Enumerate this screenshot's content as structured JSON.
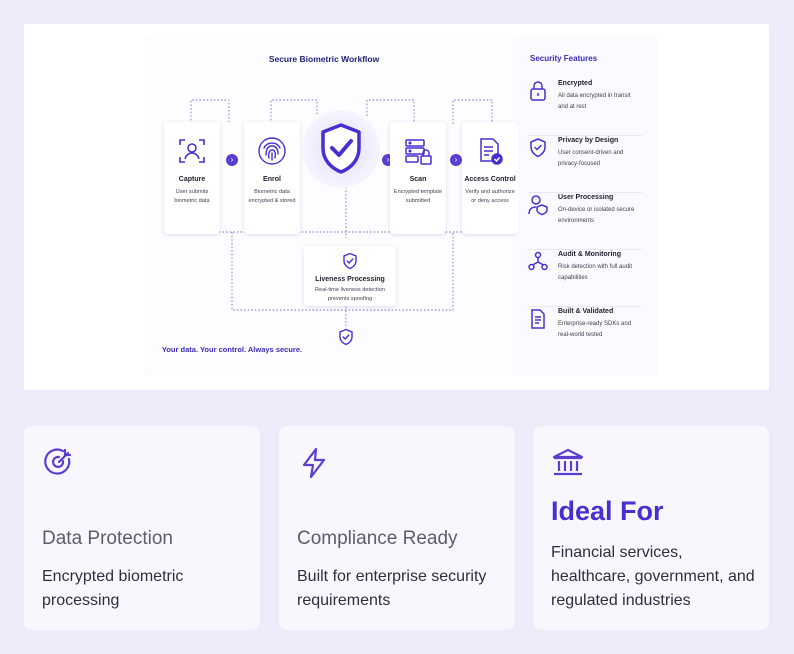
{
  "workflow": {
    "title": "Secure Biometric Workflow",
    "steps": [
      {
        "title": "Capture",
        "desc": "User submits biometric data",
        "icon": "face-scan-icon"
      },
      {
        "title": "Enrol",
        "desc": "Biometric data encrypted & stored",
        "icon": "fingerprint-icon"
      },
      {
        "title": "Scan",
        "desc": "Encrypted template submitted",
        "icon": "server-lock-icon"
      },
      {
        "title": "Access Control",
        "desc": "Verify and authorize or deny access",
        "icon": "document-check-icon"
      }
    ],
    "liveness": {
      "title": "Liveness Processing",
      "desc": "Real-time liveness detection prevents spoofing"
    },
    "footer": "Your data. Your control. Always secure."
  },
  "security_features": {
    "title": "Security Features",
    "items": [
      {
        "title": "Encrypted",
        "desc": "All data encrypted in transit and at rest",
        "icon": "lock-icon"
      },
      {
        "title": "Privacy by Design",
        "desc": "User consent-driven and privacy-focused",
        "icon": "shield-check-icon"
      },
      {
        "title": "User Processing",
        "desc": "On-device or isolated secure environments",
        "icon": "user-shield-icon"
      },
      {
        "title": "Audit & Monitoring",
        "desc": "Risk detection with full audit capabilities",
        "icon": "network-icon"
      },
      {
        "title": "Built & Validated",
        "desc": "Enterprise-ready SDKs and real-world tested",
        "icon": "document-icon"
      }
    ]
  },
  "cards": [
    {
      "heading": "Data Protection",
      "desc": "Encrypted biometric processing",
      "icon": "target-icon"
    },
    {
      "heading": "Compliance Ready",
      "desc": "Built for enterprise security requirements",
      "icon": "lightning-icon"
    },
    {
      "heading": "Ideal For",
      "desc": "Financial services, healthcare, government, and regulated industries",
      "icon": "bank-icon"
    }
  ],
  "colors": {
    "accent": "#5b3fd1",
    "background": "#ecebfa",
    "heading_accent": "#4a2fd0"
  }
}
